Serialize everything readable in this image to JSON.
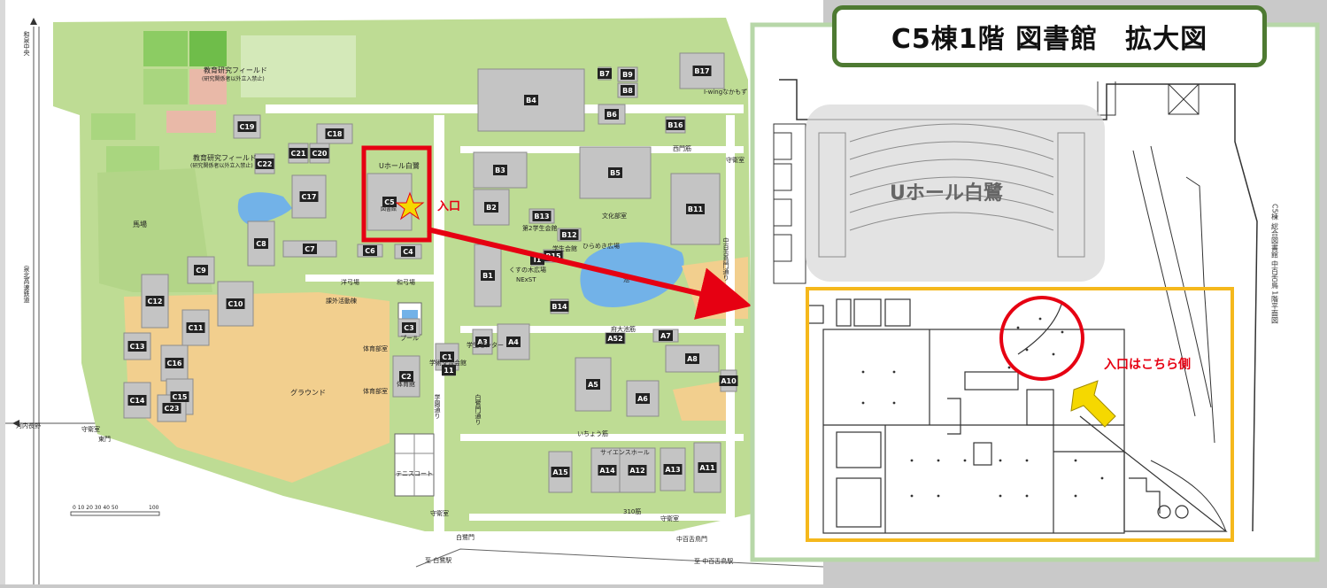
{
  "zoom_title": "C5棟1階 図書館　拡大図",
  "hall_name": "Uホール白鷺",
  "entrance": "入口",
  "entrance_side": "入口はこちら側",
  "floor_caption": "C5棟 総合図書館 中百舌鳥 1階平面図",
  "roads": {
    "izumi": "和泉中央",
    "senboku": "泉北高速鉄道",
    "kawachi": "河内長野",
    "shirasagi_eki": "至 白鷺駅",
    "nakamozu_eki": "至 中百舌鳥駅",
    "gakuen": "中百舌鳥門通り"
  },
  "places": {
    "field1": "教育研究フィールド",
    "field1_sub": "(研究関係者以外立入禁止)",
    "field2": "教育研究フィールド",
    "field2_sub": "(研究関係者以外立入禁止)",
    "baba": "馬場",
    "ground": "グラウンド",
    "pool": "プール",
    "yokyu": "洋弓場",
    "wakyu": "和弓場",
    "kagai": "課外活動棟",
    "taiikubu1": "体育部室",
    "taiikubu2": "体育部室",
    "taiikukan": "体育館",
    "uhall": "Uホール白鷺",
    "toshokan": "図書館",
    "gakujutsu": "学術交流会館",
    "gakusei_center": "学生センター",
    "daini": "第2学生会館",
    "gakuseikaikan": "学生会館",
    "hirameki": "ひらめき広場",
    "bunka": "文化部室",
    "kusunoki": "くすの木広場",
    "nexst": "NExST",
    "ike": "池",
    "futai": "府大池筋",
    "icho": "いちょう筋",
    "science": "サイエンスホール",
    "tennis": "テニスコート",
    "nishimon_suji": "西門筋",
    "iwing": "I-wingなかもず",
    "gakuen_dori": "学園通り",
    "shirasagi_dori": "白鷺門通り",
    "suji310": "310筋",
    "tomon": "東門",
    "shirasagimon": "白鷺門",
    "nakamozumon": "中百舌鳥門",
    "shuei1": "守衛室",
    "shuei2": "守衛室",
    "shuei3": "守衛室",
    "shuei4": "守衛室",
    "scale": "0 10 20 30 40 50",
    "scale_end": "100"
  },
  "buildings": [
    "B4",
    "B7",
    "B9",
    "B8",
    "B6",
    "B17",
    "B16",
    "B3",
    "B5",
    "B2",
    "B13",
    "B11",
    "B12",
    "B15",
    "B1",
    "B14",
    "C19",
    "C18",
    "C21",
    "C20",
    "C22",
    "C17",
    "C5",
    "C8",
    "C7",
    "C4",
    "C6",
    "C9",
    "C12",
    "C10",
    "C11",
    "C13",
    "C16",
    "C15",
    "C14",
    "C23",
    "C3",
    "C2",
    "C1",
    "A3",
    "A4",
    "A5",
    "A52",
    "A7",
    "A8",
    "A6",
    "A10",
    "A15",
    "A14",
    "A12",
    "A13",
    "A11",
    "I1",
    "11"
  ],
  "colors": {
    "campus": "#bedc94",
    "ground": "#f2cf8e",
    "building": "#c4c4c4",
    "water": "#72b2e8",
    "highlight": "#e60012",
    "zoom_frame": "#f5b81c",
    "title_border": "#4e7a32",
    "panel_border": "#b7d7a8",
    "arrow_yellow": "#f5d800"
  }
}
